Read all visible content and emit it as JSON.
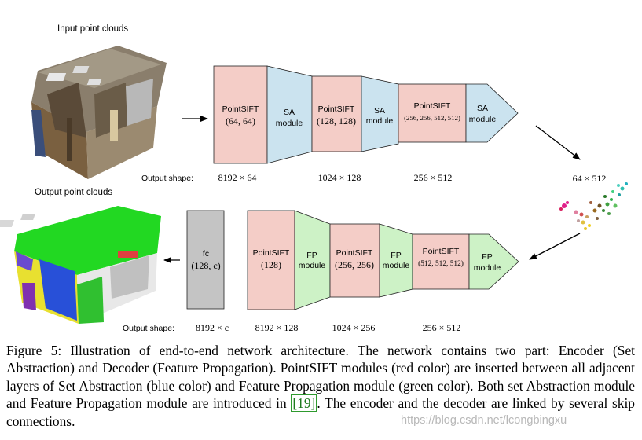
{
  "encoder": {
    "input_label": "Input point clouds",
    "output_shape_label": "Output shape:",
    "blocks": [
      {
        "name": "PointSIFT",
        "param": "(64, 64)",
        "color": "#f4cdc7"
      },
      {
        "name": "SA",
        "name2": "module",
        "color": "#cbe3ef"
      },
      {
        "name": "PointSIFT",
        "param": "(128, 128)",
        "color": "#f4cdc7"
      },
      {
        "name": "SA",
        "name2": "module",
        "color": "#cbe3ef"
      },
      {
        "name": "PointSIFT",
        "param": "(256, 256, 512, 512)",
        "color": "#f4cdc7"
      },
      {
        "name": "SA",
        "name2": "module",
        "color": "#cbe3ef"
      }
    ],
    "shapes": [
      "8192 × 64",
      "1024 × 128",
      "256 × 512"
    ]
  },
  "middle": {
    "shape": "64 × 512"
  },
  "decoder": {
    "output_label": "Output point clouds",
    "output_shape_label": "Output shape:",
    "fc": {
      "name": "fc",
      "param": "(128, c)",
      "color": "#c4c4c4"
    },
    "blocks": [
      {
        "name": "PointSIFT",
        "param": "(128)",
        "color": "#f4cdc7"
      },
      {
        "name": "FP",
        "name2": "module",
        "color": "#cdf2c6"
      },
      {
        "name": "PointSIFT",
        "param": "(256, 256)",
        "color": "#f4cdc7"
      },
      {
        "name": "FP",
        "name2": "module",
        "color": "#cdf2c6"
      },
      {
        "name": "PointSIFT",
        "param": "(512, 512, 512)",
        "color": "#f4cdc7"
      },
      {
        "name": "FP",
        "name2": "module",
        "color": "#cdf2c6"
      }
    ],
    "shapes": [
      "8192 × c",
      "8192 × 128",
      "1024 × 256",
      "256 × 512"
    ]
  },
  "caption": {
    "figure": "Figure 5:",
    "text_before_cite": "Illustration of end-to-end network architecture. The network contains two part: Encoder (Set Abstraction) and Decoder (Feature Propagation). PointSIFT modules (red color) are inserted between all adjacent layers of Set Abstraction (blue color) and Feature Propagation module (green color). Both set Abstraction module and Feature Propagation module are introduced in",
    "cite": "[19]",
    "text_after_cite": ". The encoder and the decoder are linked by several skip connections."
  },
  "watermark": "https://blog.csdn.net/lcongbingxu"
}
